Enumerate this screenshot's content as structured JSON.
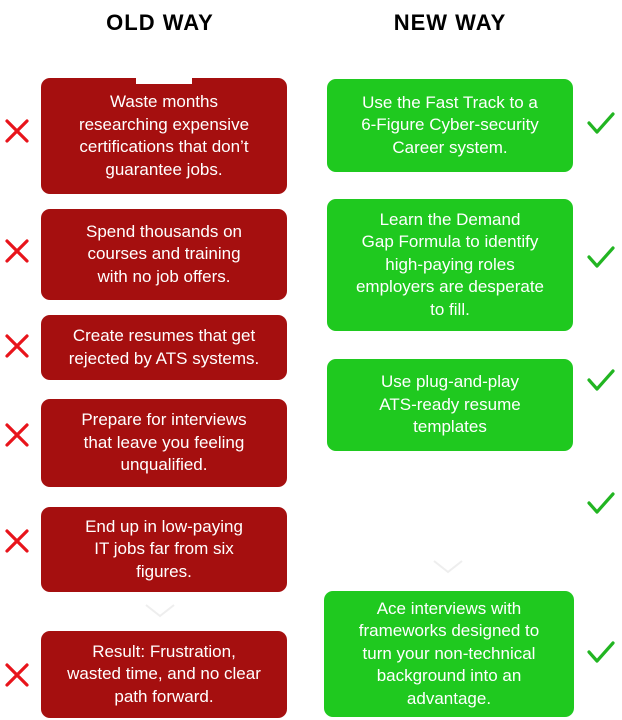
{
  "headings": {
    "old": "OLD WAY",
    "new": "NEW WAY"
  },
  "old_way": [
    {
      "text": "Waste months\nresearching expensive\ncertifications that don’t\nguarantee jobs.",
      "icon": "cross-icon"
    },
    {
      "text": "Spend thousands on\ncourses and training\nwith no job offers.",
      "icon": "cross-icon"
    },
    {
      "text": "Create resumes that get\nrejected by ATS systems.",
      "icon": "cross-icon"
    },
    {
      "text": "Prepare for interviews\nthat leave you feeling\nunqualified.",
      "icon": "cross-icon"
    },
    {
      "text": "End up in low-paying\nIT jobs far from six\nfigures.",
      "icon": "cross-icon"
    },
    {
      "text": "Result: Frustration,\nwasted time, and no clear\npath forward.",
      "icon": "cross-icon"
    }
  ],
  "new_way": [
    {
      "text": "Use the Fast Track to a\n6-Figure Cyber-security\nCareer system.",
      "icon": "check-icon"
    },
    {
      "text": "Learn the Demand\nGap Formula to identify\nhigh-paying roles\nemployers are desperate\nto fill.",
      "icon": "check-icon"
    },
    {
      "text": "Use plug-and-play\nATS-ready resume\ntemplates",
      "icon": "check-icon"
    },
    {
      "text": "Ace interviews with\nframeworks designed to\nturn your non-technical\nbackground into an\nadvantage.",
      "icon": "check-icon"
    }
  ],
  "colors": {
    "old_card": "#a50f0f",
    "new_card": "#1fc91f",
    "cross": "#e8141b",
    "check": "#22b522"
  }
}
